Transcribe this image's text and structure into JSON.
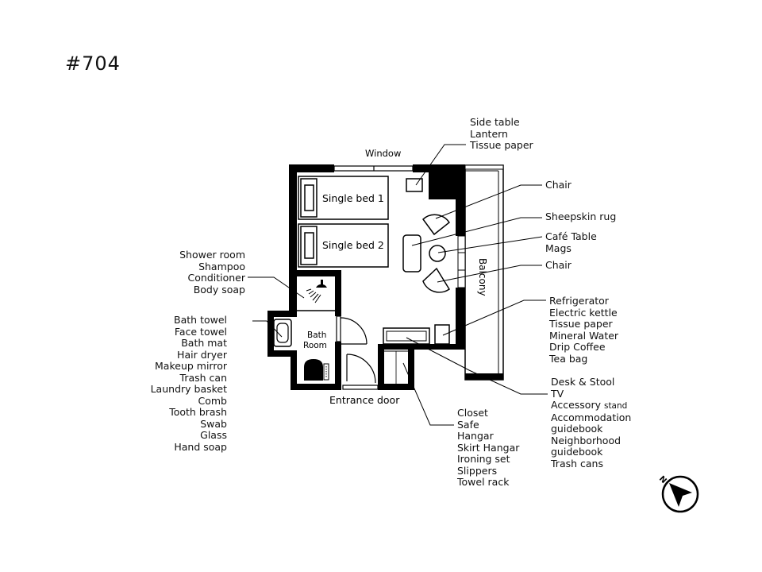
{
  "room_number": "#704",
  "plan_labels": {
    "window": "Window",
    "single_bed_1": "Single bed 1",
    "single_bed_2": "Single bed 2",
    "bath_room_line1": "Bath",
    "bath_room_line2": "Room",
    "entrance_door": "Entrance door",
    "balcony": "Balcony"
  },
  "callouts": {
    "side_table": [
      "Side table",
      "Lantern",
      "Tissue paper"
    ],
    "chair_top": [
      "Chair"
    ],
    "sheepskin_rug": [
      "Sheepskin rug"
    ],
    "cafe_table": [
      "Café Table",
      "Mags"
    ],
    "chair_bottom": [
      "Chair"
    ],
    "refrigerator": [
      "Refrigerator",
      "Electric kettle",
      "Tissue paper",
      "Mineral Water",
      "Drip Coffee",
      "Tea bag"
    ],
    "desk": {
      "first": "Desk & Stool",
      "second": "TV",
      "accessory_main": "Accessory",
      "accessory_small": "stand",
      "rest": [
        "Accommodation",
        "guidebook",
        "Neighborhood",
        "guidebook",
        "Trash cans"
      ]
    },
    "closet": [
      "Closet",
      "Safe",
      "Hangar",
      "Skirt Hangar",
      "Ironing set",
      "Slippers",
      "Towel rack"
    ],
    "shower_room": [
      "Shower room",
      "Shampoo",
      "Conditioner",
      "Body soap"
    ],
    "bath_room": [
      "Bath towel",
      "Face towel",
      "Bath mat",
      "Hair dryer",
      "Makeup mirror",
      "Trash can",
      "Laundry basket",
      "Comb",
      "Tooth brash",
      "Swab",
      "Glass",
      "Hand soap"
    ]
  },
  "compass": {
    "label": "N",
    "icon": "north-arrow-icon"
  },
  "colors": {
    "wall": "#000000",
    "line": "#000000",
    "background": "#ffffff"
  }
}
